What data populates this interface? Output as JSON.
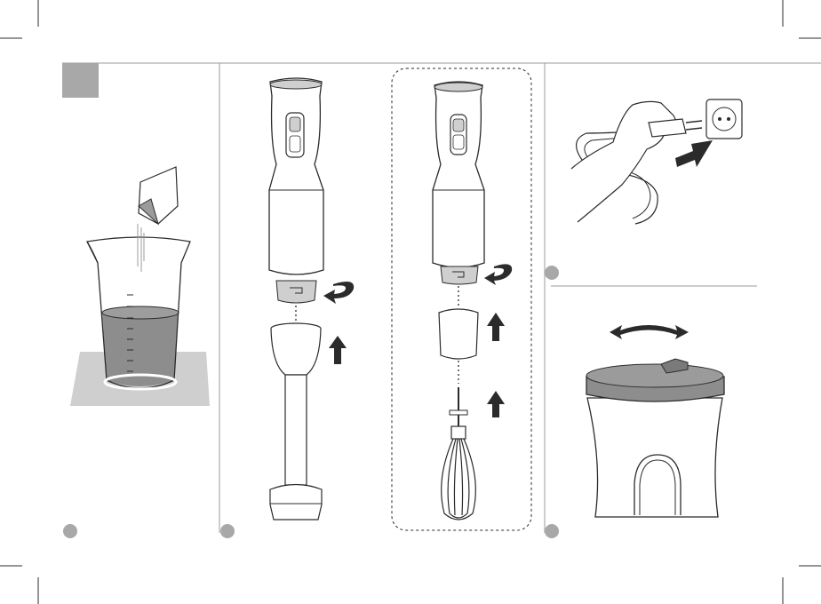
{
  "document": {
    "type": "instruction-manual-page",
    "printed_text": []
  },
  "colors": {
    "line": "#2b2b2b",
    "light_gray": "#cfcfcf",
    "mid_gray": "#9b9b9b",
    "dark_gray": "#7a7a7a",
    "marker": "#a8a8a8",
    "lid": "#8d8d8d"
  },
  "steps": [
    {
      "id": "step-1",
      "illustration": "pour-liquid-into-beaker"
    },
    {
      "id": "step-2",
      "illustration": "attach-blending-shaft"
    },
    {
      "id": "step-2-alt",
      "illustration": "attach-whisk-adapter"
    },
    {
      "id": "step-3",
      "illustration": "plug-into-socket"
    },
    {
      "id": "step-4",
      "illustration": "twist-lid"
    }
  ],
  "icons": [
    "rotate-arrow-icon",
    "up-arrow-icon",
    "push-arrow-icon",
    "double-curved-arrow-icon",
    "socket-icon"
  ]
}
